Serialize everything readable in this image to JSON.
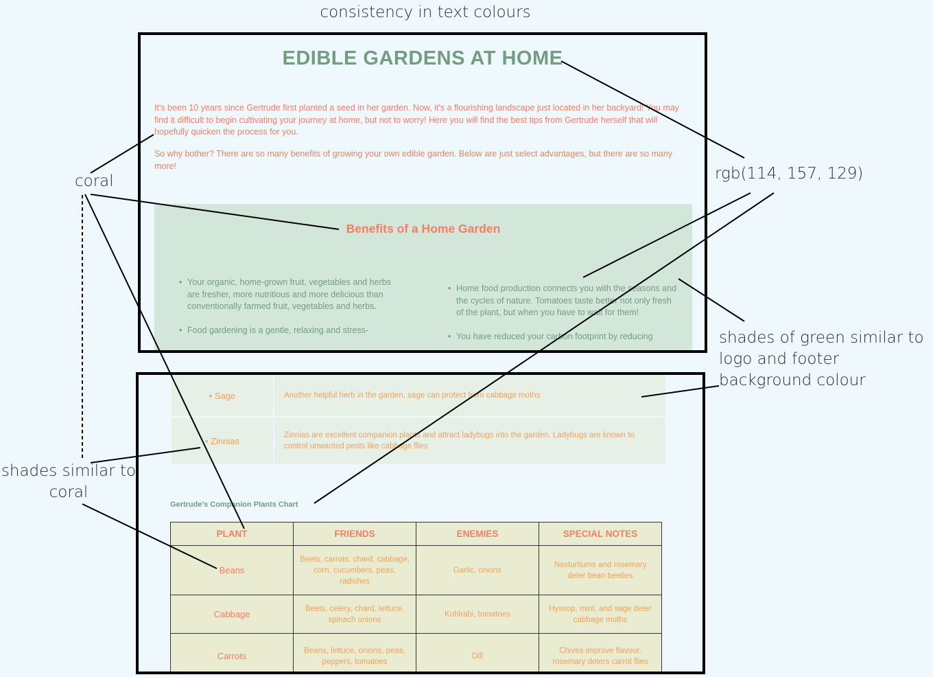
{
  "annotations": {
    "top": "consistency in text colours",
    "coral": "coral",
    "rgb": "rgb(114, 157, 129)",
    "green_shades": [
      "shades of green similar to",
      "logo and footer",
      "background colour"
    ],
    "coral_shades": [
      "shades similar to",
      "coral"
    ]
  },
  "colors": {
    "coral": "#f47e62",
    "green": "#729d81",
    "orange": "#f2a15a",
    "benefits_bg": "#d3e6da",
    "herb_bg": "#e6f0e7",
    "table_bg": "#e9ecd1",
    "page_bg": "#eff8fd"
  },
  "page1": {
    "title": "EDIBLE GARDENS AT HOME",
    "intro_1": "It's been 10 years since Gertrude first planted a seed in her garden. Now, it's a flourishing landscape just located in her backyard! You may find it difficult to begin cultivating your journey at home, but not to worry! Here you will find the best tips from Gertrude herself that will hopefully quicken the process for you.",
    "intro_2": "So why bother? There are so many benefits of growing your own edible garden. Below are just select advantages, but there are so many more!",
    "benefits_heading": "Benefits of a Home Garden",
    "benefits_left": [
      "Your organic, home-grown fruit, vegetables and herbs are fresher, more nutritious and more delicious than conventionally farmed fruit, vegetables and herbs.",
      "Food gardening is a gentle, relaxing and stress-"
    ],
    "benefits_right": [
      "Home food production connects you with the seasons and the cycles of nature. Tomatoes taste better not only fresh of the plant, but when you have to wait for them!",
      "You have reduced your carbon footprint by reducing"
    ]
  },
  "page2": {
    "herbs": [
      {
        "name": "• Sage",
        "desc": "Another helpful herb in the garden, sage can protect from cabbage moths"
      },
      {
        "name": "• Zinnias",
        "desc": "Zinnias are excellent companion plants and attract ladybugs into the garden. Ladybugs are known to control unwanted pests like cabbage flies"
      }
    ],
    "chart_caption": "Gertrude's Companion Plants Chart",
    "table_headers": [
      "PLANT",
      "FRIENDS",
      "ENEMIES",
      "SPECIAL NOTES"
    ],
    "table_rows": [
      [
        "Beans",
        "Beets, carrots, chard, cabbage, corn, cucumbers, peas, radishes",
        "Garlic, onions",
        "Nasturtiums and rosemary deter bean beetles"
      ],
      [
        "Cabbage",
        "Beets, celery, chard, lettuce, spinach onions",
        "Kohlrabi, tomatoes",
        "Hyssop, mint, and sage deter cabbage moths"
      ],
      [
        "Carrots",
        "Beans, lettuce, onions, peas, peppers, tomatoes",
        "Dill",
        "Chives improve flavour, rosemary deters carrot flies"
      ]
    ]
  }
}
